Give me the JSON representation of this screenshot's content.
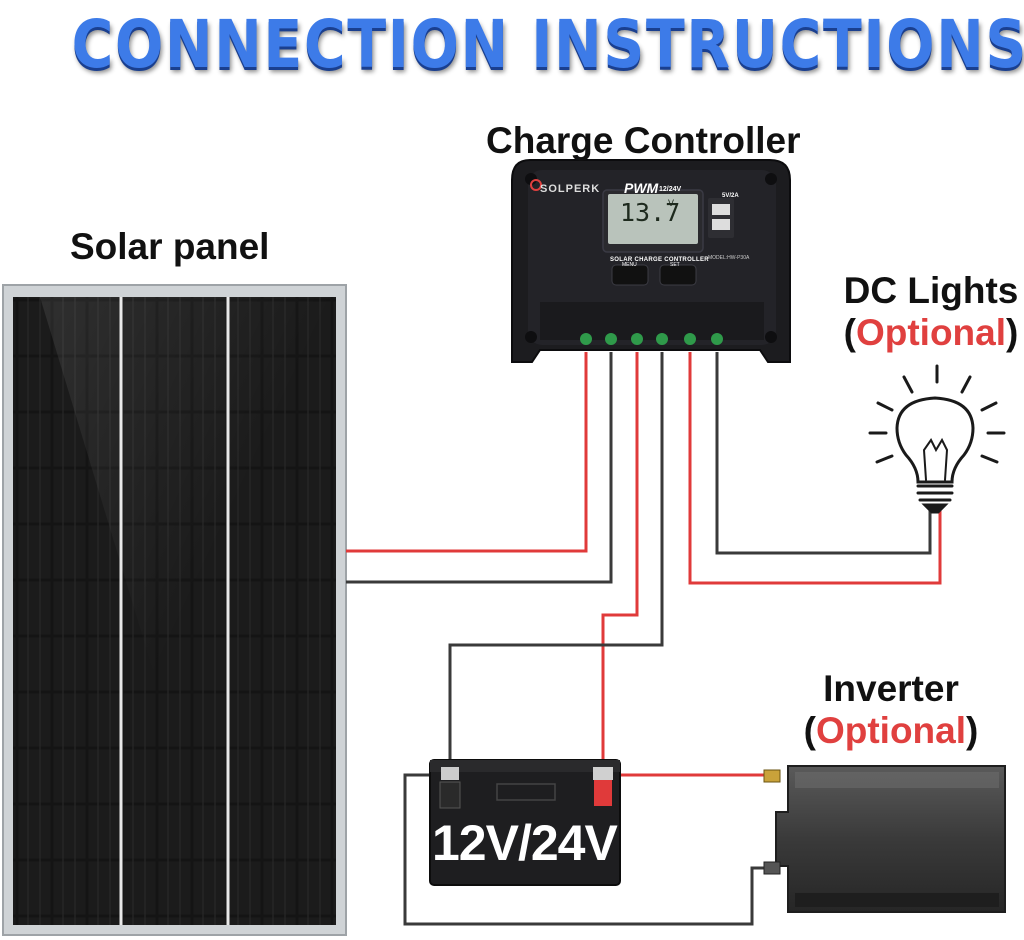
{
  "title": "CONNECTION INSTRUCTIONS",
  "labels": {
    "charge_controller": "Charge Controller",
    "solar_panel": "Solar panel",
    "dc_lights": "DC Lights",
    "inverter": "Inverter",
    "optional": "Optional",
    "paren_open": "(",
    "paren_close": ")"
  },
  "controller": {
    "brand": "SOLPERK",
    "mode": "PWM",
    "voltage_rating": "12/24V",
    "usb_rating": "5V/2A",
    "lcd_reading": "13.7",
    "lcd_unit": "V",
    "panel_label": "SOLAR CHARGE CONTROLLER",
    "menu_label": "MENU",
    "set_label": "SET",
    "model": "MODEL:HW-P30A"
  },
  "battery": {
    "label": "12V/24V"
  },
  "colors": {
    "title": "#3d7be8",
    "optional": "#e0403f",
    "wire_positive": "#e03a3a",
    "wire_negative": "#3a3a3a",
    "controller_body": "#1c1c1f",
    "terminal": "#2f9a4a"
  }
}
